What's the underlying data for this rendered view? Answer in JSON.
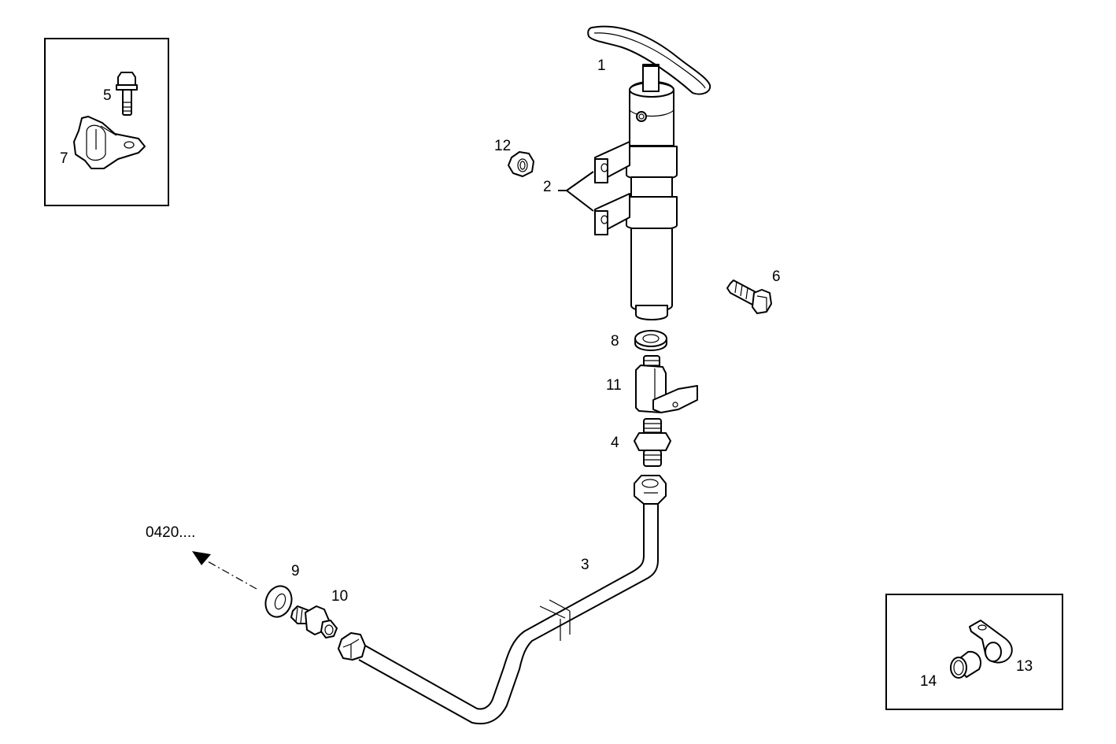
{
  "diagram": {
    "type": "exploded-parts-diagram",
    "background": "#ffffff",
    "line_color": "#000000",
    "reference": {
      "label": "0420....",
      "direction": "arrow pointing up-left with dash-dot leader"
    },
    "callouts": [
      {
        "id": "1",
        "label": "1",
        "part": "hand-pump-with-t-handle"
      },
      {
        "id": "2",
        "label": "2",
        "part": "mounting-brackets"
      },
      {
        "id": "3",
        "label": "3",
        "part": "fuel-pipe"
      },
      {
        "id": "4",
        "label": "4",
        "part": "double-ended-union"
      },
      {
        "id": "5",
        "label": "5",
        "part": "flange-bolt"
      },
      {
        "id": "6",
        "label": "6",
        "part": "hex-bolt"
      },
      {
        "id": "7",
        "label": "7",
        "part": "pipe-clamp"
      },
      {
        "id": "8",
        "label": "8",
        "part": "sealing-washer"
      },
      {
        "id": "9",
        "label": "9",
        "part": "sealing-washer"
      },
      {
        "id": "10",
        "label": "10",
        "part": "union-fitting"
      },
      {
        "id": "11",
        "label": "11",
        "part": "drain-valve"
      },
      {
        "id": "12",
        "label": "12",
        "part": "nut"
      },
      {
        "id": "13",
        "label": "13",
        "part": "p-clip"
      },
      {
        "id": "14",
        "label": "14",
        "part": "rubber-sleeve"
      }
    ],
    "insets": [
      {
        "position": "top-left",
        "callouts": [
          "5",
          "7"
        ]
      },
      {
        "position": "bottom-right",
        "callouts": [
          "13",
          "14"
        ]
      }
    ]
  }
}
